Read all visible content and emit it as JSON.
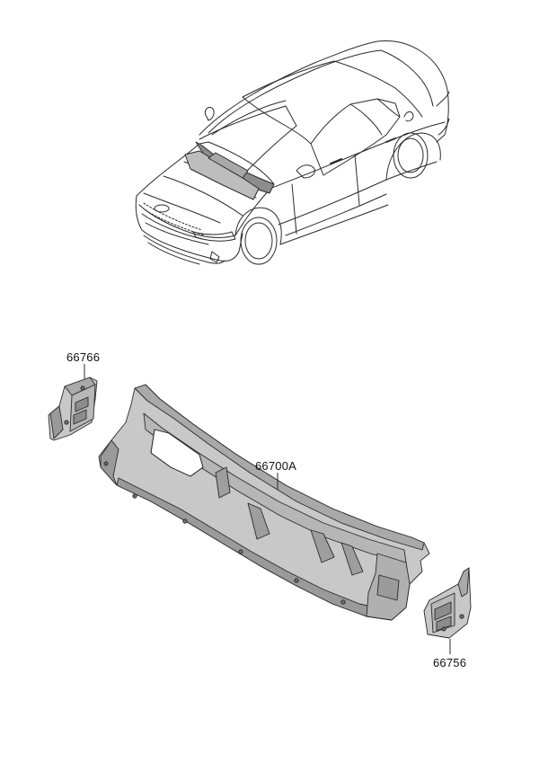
{
  "diagram": {
    "parts": [
      {
        "part_number": "66766"
      },
      {
        "part_number": "66700A"
      },
      {
        "part_number": "66756"
      }
    ],
    "colors": {
      "line": "#2a2a2a",
      "part_fill": "#c8c8c8",
      "part_shade": "#a9a9a9",
      "part_dark": "#8c8c8c",
      "highlight_fill": "#bdbdbd"
    }
  }
}
